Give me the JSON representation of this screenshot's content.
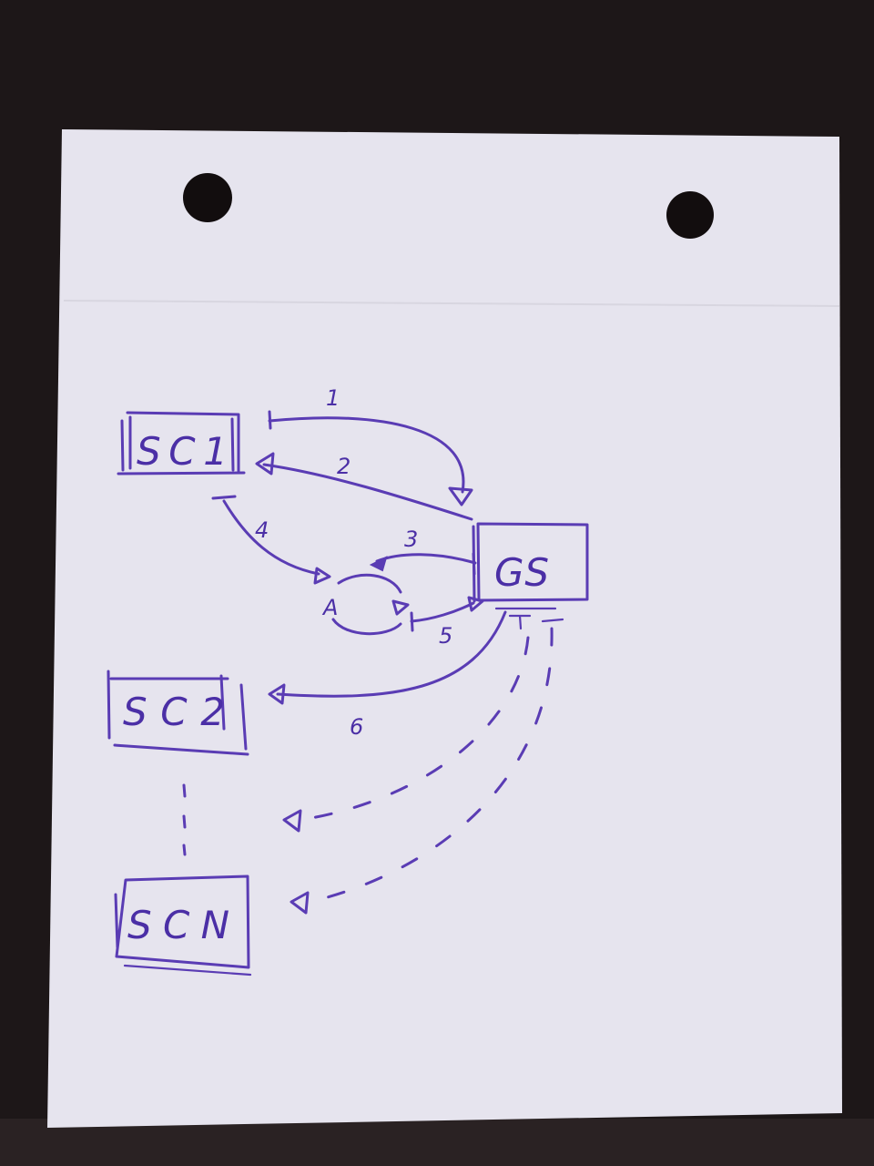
{
  "diagram": {
    "nodes": {
      "sc1": "SC1",
      "gs": "GS",
      "sc2": "SC2",
      "scn": "SCN",
      "junction": "A",
      "ellipsis": ":"
    },
    "edges": {
      "e1": "1",
      "e2": "2",
      "e3": "3",
      "e4": "4",
      "e5": "5",
      "e6": "6"
    }
  },
  "colors": {
    "ink": "#5a3cb4",
    "paper": "#e6e4ee",
    "background": "#1d1718"
  }
}
